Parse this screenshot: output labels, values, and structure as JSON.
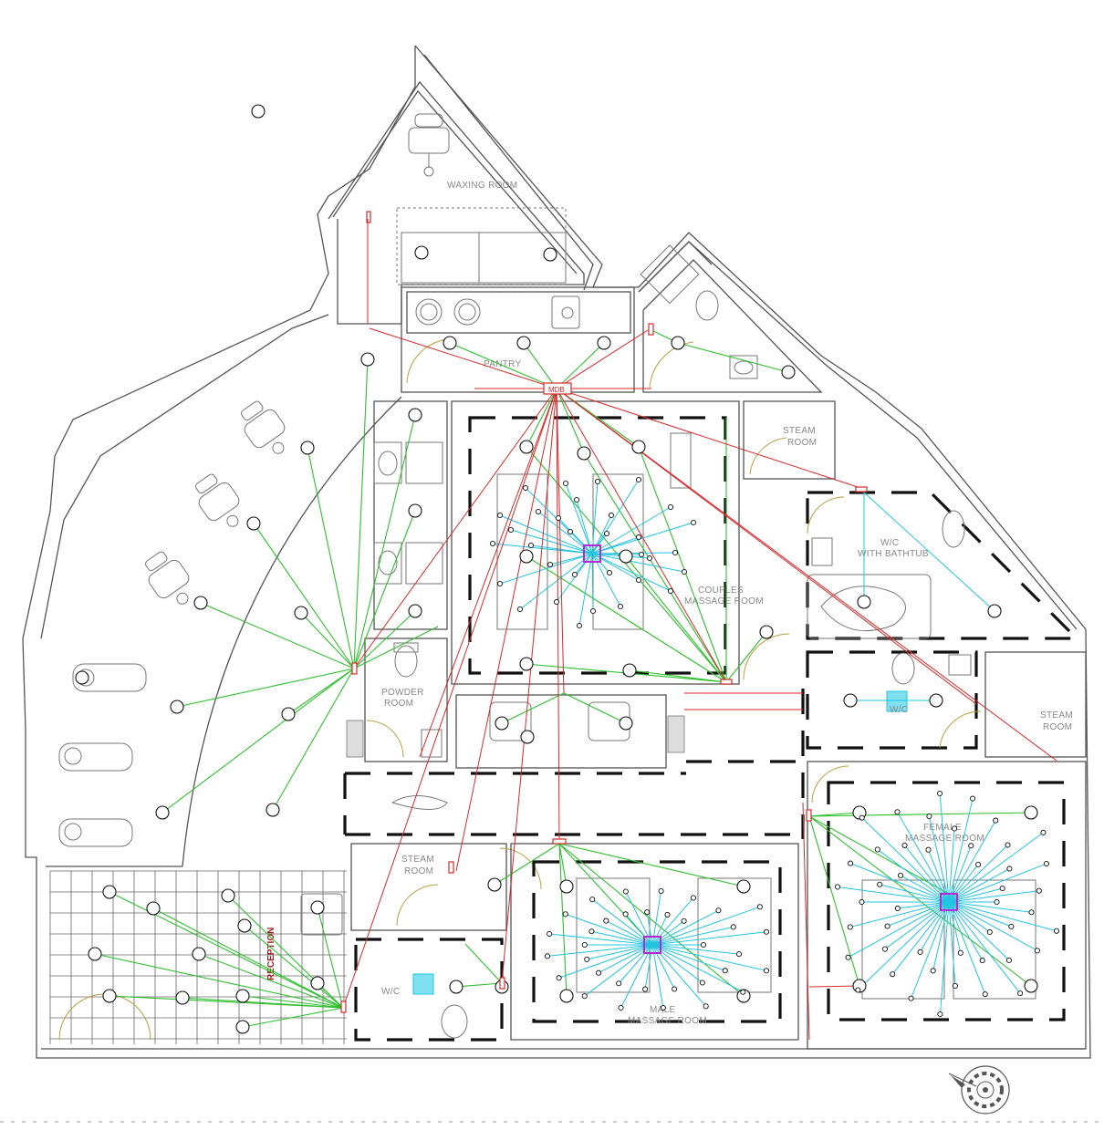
{
  "rooms": {
    "waxing": "WAXING ROOM",
    "pantry": "PANTRY",
    "steam_top_1": "STEAM",
    "steam_top_2": "ROOM",
    "wc_bath_1": "W/C",
    "wc_bath_2": "WITH BATHTUB",
    "couples_1": "COUPLES",
    "couples_2": "MASSAGE ROOM",
    "powder_1": "POWDER",
    "powder_2": "ROOM",
    "wc_mid": "W/C",
    "steam_right_1": "STEAM",
    "steam_right_2": "ROOM",
    "female_1": "FEMALE",
    "female_2": "MASSAGE ROOM",
    "steam_low_1": "STEAM",
    "steam_low_2": "ROOM",
    "wc_low": "W/C",
    "male_1": "MALE",
    "male_2": "MASSAGE ROOM",
    "reception": "RECEPTION",
    "mdb": "MDB"
  },
  "colors": {
    "lighting_circuit": "#2fbf2f",
    "downlight_circuit": "#22c4e0",
    "power_feed": "#d62a2a",
    "junction_hub": "#b52ad6"
  },
  "icons": [
    "compass-icon"
  ]
}
